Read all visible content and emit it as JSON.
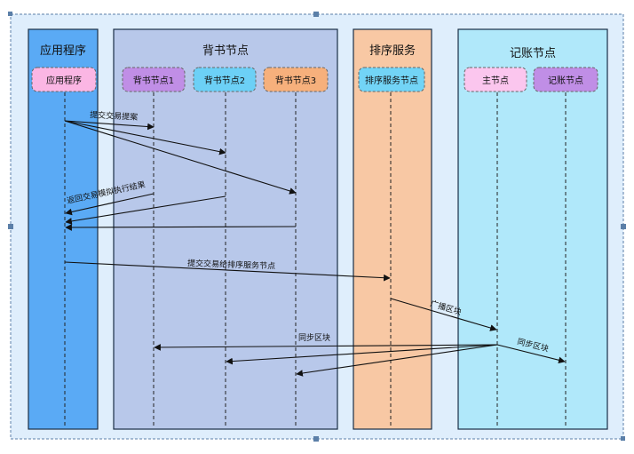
{
  "colors": {
    "canvas_bg": "#dfeefc",
    "canvas_border": "#5b7fa8",
    "lane_app": "#5aaaf5",
    "lane_endorse": "#b8c8ea",
    "lane_order": "#f8c8a4",
    "lane_ledger": "#b0e8fa",
    "node_app": "#fbb6e4",
    "node_endorse1": "#c08ee6",
    "node_endorse2": "#6cd0f6",
    "node_endorse3": "#f6b07c",
    "node_order": "#72d4f6",
    "node_master": "#fbc6ee",
    "node_ledger": "#c08ee6"
  },
  "lanes": {
    "app": "应用程序",
    "endorse": "背书节点",
    "order": "排序服务",
    "ledger": "记账节点"
  },
  "nodes": {
    "app": "应用程序",
    "endorse1": "背书节点1",
    "endorse2": "背书节点2",
    "endorse3": "背书节点3",
    "order": "排序服务节点",
    "master": "主节点",
    "ledger": "记账节点"
  },
  "messages": {
    "submit_proposal": "提交交易提案",
    "return_result": "返回交易模拟执行结果",
    "submit_to_order": "提交交易给排序服务节点",
    "broadcast_block": "广播区块",
    "sync_block_1": "同步区块",
    "sync_block_2": "同步区块"
  }
}
